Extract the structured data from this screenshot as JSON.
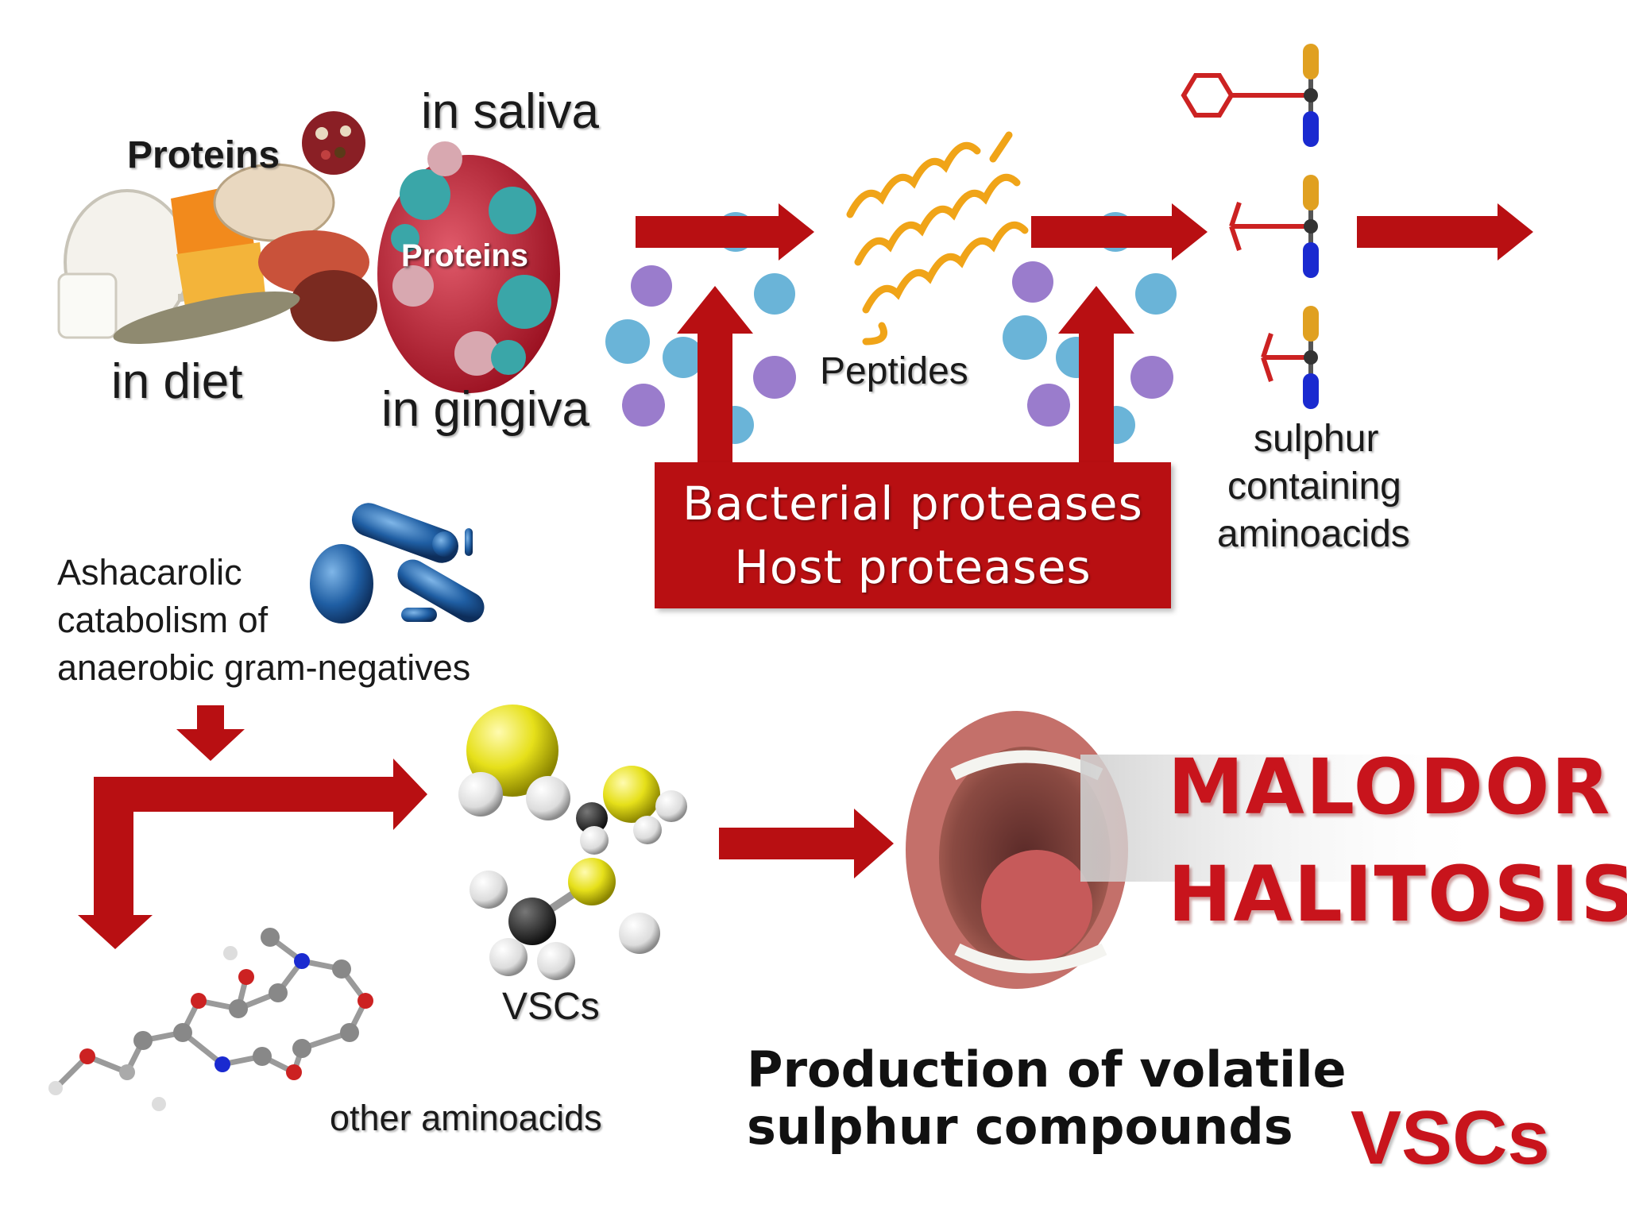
{
  "labels": {
    "proteins_diet": "Proteins",
    "in_diet": "in diet",
    "in_saliva": "in saliva",
    "proteins_protein": "Proteins",
    "in_gingiva": "in gingiva",
    "peptides": "Peptides",
    "sulphur_1": "sulphur",
    "sulphur_2": "containing",
    "sulphur_3": "aminoacids",
    "bacterial_proteases": "Bacterial proteases",
    "host_proteases": "Host  proteases",
    "catabolism_1": "Ashacarolic",
    "catabolism_2": "catabolism of",
    "catabolism_3": "anaerobic gram-negatives",
    "vscs_small": "VSCs",
    "other_aminoacids": "other aminoacids",
    "malodor": "MALODOR",
    "halitosis": "HALITOSIS",
    "title_1": "Production of volatile",
    "title_2": "sulphur compounds",
    "title_vscs": "VSCs"
  },
  "colors": {
    "arrow_red": "#b80f12",
    "malodor_red": "#c8141c",
    "sulphur_yellow": "#e6e01a",
    "peptide_orange": "#f0a418",
    "protease_blue": "#6ab4d8",
    "protease_purple": "#9a7ccc"
  }
}
